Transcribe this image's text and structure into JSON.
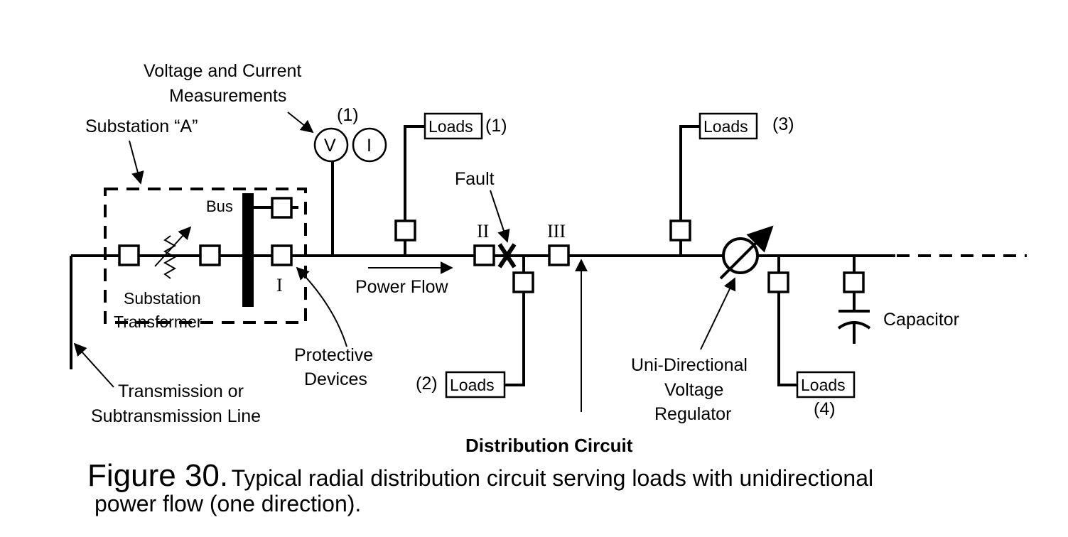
{
  "diagram": {
    "labels": {
      "measurements_line1": "Voltage and Current",
      "measurements_line2": "Measurements",
      "meas_num": "(1)",
      "v_symbol": "V",
      "i_symbol": "I",
      "substation": "Substation “A”",
      "bus": "Bus",
      "transformer_line1": "Substation",
      "transformer_line2": "Transformer",
      "device_I": "I",
      "device_II": "II",
      "device_III": "III",
      "protective_line1": "Protective",
      "protective_line2": "Devices",
      "transmission_line1": "Transmission or",
      "transmission_line2": "Subtransmission Line",
      "power_flow": "Power Flow",
      "fault": "Fault",
      "loads1": "Loads",
      "loads1_num": "(1)",
      "loads2": "Loads",
      "loads2_num": "(2)",
      "loads3": "Loads",
      "loads3_num": "(3)",
      "loads4": "Loads",
      "loads4_num": "(4)",
      "regulator_line1": "Uni-Directional",
      "regulator_line2": "Voltage",
      "regulator_line3": "Regulator",
      "capacitor": "Capacitor",
      "distribution_circuit": "Distribution Circuit"
    },
    "caption": {
      "figure": "Figure 30.",
      "text": "Typical radial distribution circuit serving loads with unidirectional",
      "text_line2": "power flow (one direction)."
    }
  }
}
